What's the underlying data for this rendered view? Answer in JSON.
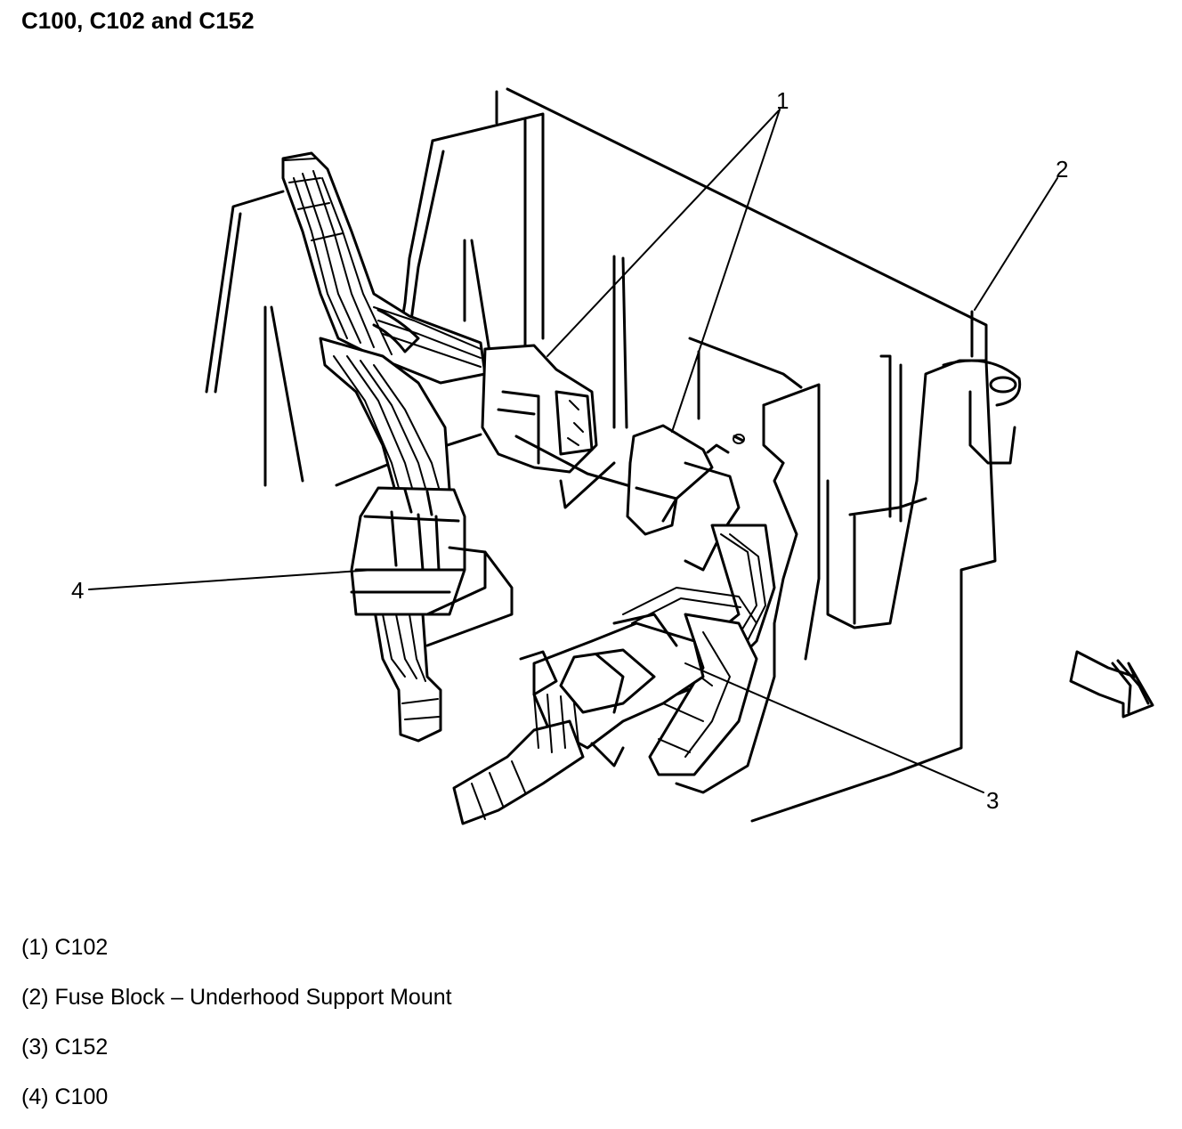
{
  "title": "C100, C102 and C152",
  "callouts": {
    "c1": "1",
    "c2": "2",
    "c3": "3",
    "c4": "4"
  },
  "legend": [
    "(1) C102",
    "(2) Fuse Block – Underhood Support Mount",
    "(3) C152",
    "(4) C100"
  ]
}
